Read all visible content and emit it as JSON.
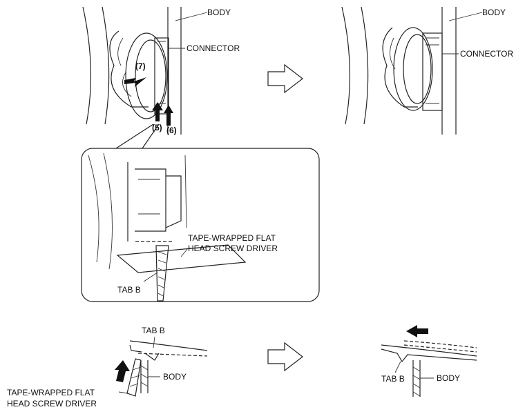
{
  "labels": {
    "body": "BODY",
    "connector": "CONNECTOR",
    "tape_driver_line1": "TAPE-WRAPPED FLAT",
    "tape_driver_line2": "HEAD SCREW DRIVER",
    "tab_b": "TAB B",
    "step5": "(5)",
    "step6": "(6)",
    "step7": "(7)"
  },
  "icons": {
    "process_arrow": "hollow-right-arrow-icon",
    "push_arrow": "solid-black-arrow-icon"
  },
  "colors": {
    "line": "#222222",
    "fill_arrow": "#111111",
    "background": "#ffffff"
  }
}
